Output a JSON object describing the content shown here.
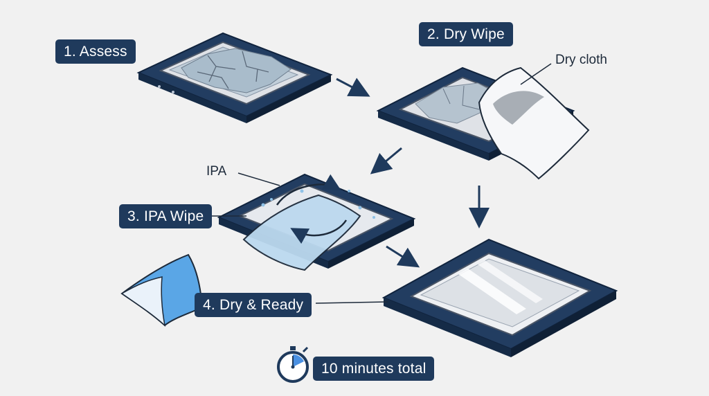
{
  "steps": [
    {
      "id": "assess",
      "label": "1. Assess"
    },
    {
      "id": "dry-wipe",
      "label": "2. Dry Wipe"
    },
    {
      "id": "ipa-wipe",
      "label": "3. IPA Wipe"
    },
    {
      "id": "dry-ready",
      "label": "4. Dry & Ready"
    }
  ],
  "callouts": {
    "dry_cloth": "Dry cloth",
    "ipa": "IPA"
  },
  "footer": {
    "time_total": "10 minutes total",
    "icon": "stopwatch-icon"
  },
  "colors": {
    "label_bg": "#1f3a5c",
    "label_text": "#ffffff",
    "substrate": "#1f3a5c",
    "heatspreader": "#e6e8ec",
    "paste": "#b9c9d6",
    "ipa_cloth": "#bcd9ef",
    "blue_cloth": "#5aa6e6",
    "arrow": "#1f3a5c"
  }
}
